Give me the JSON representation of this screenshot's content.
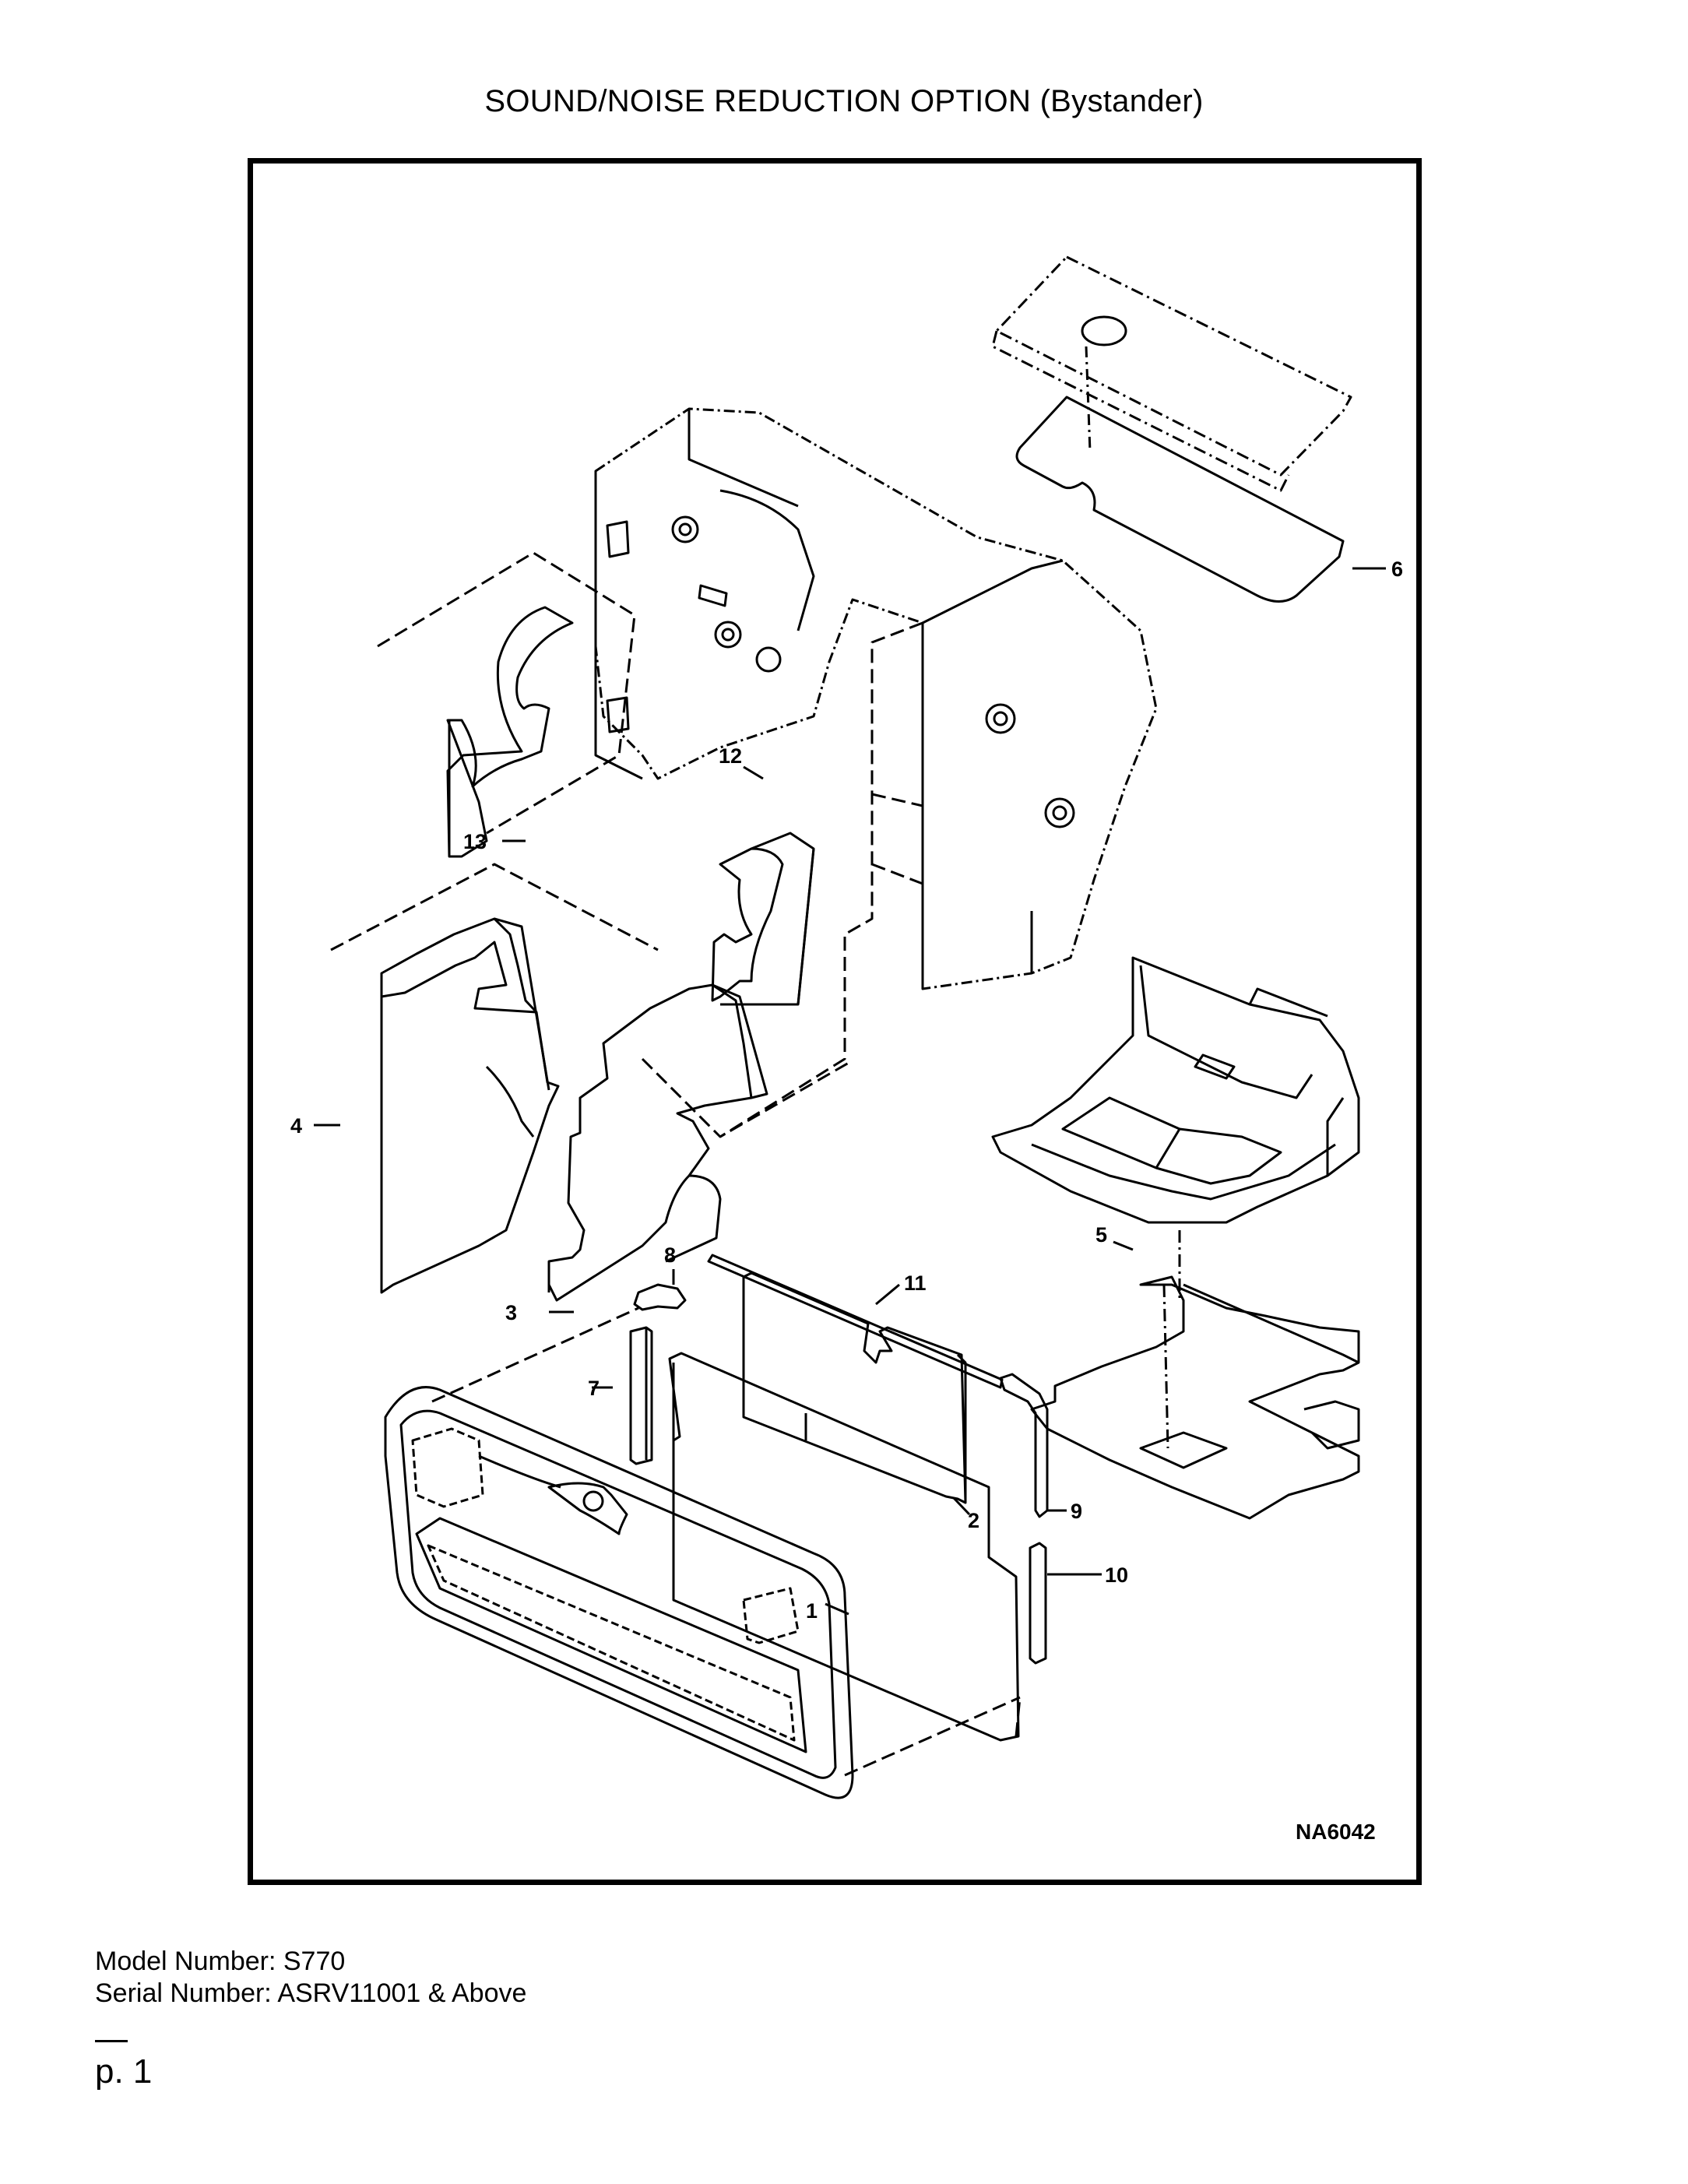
{
  "title": "SOUND/NOISE REDUCTION OPTION (Bystander)",
  "diagram": {
    "drawing_number": "NA6042",
    "callouts": [
      "1",
      "2",
      "3",
      "4",
      "5",
      "6",
      "7",
      "8",
      "9",
      "10",
      "11",
      "12",
      "13"
    ]
  },
  "footer": {
    "model_line": "Model Number: S770",
    "serial_line": "Serial Number: ASRV11001 & Above",
    "page_label": "p. 1"
  }
}
